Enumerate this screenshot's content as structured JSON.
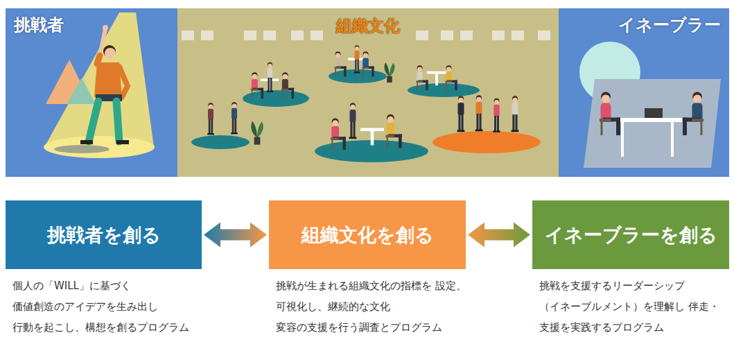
{
  "diagram": {
    "nodes": [
      {
        "text": [
          "挑戦者"
        ]
      },
      {
        "text": [
          "組織文化"
        ]
      },
      {
        "text": [
          "イネーブラー"
        ]
      },
      {
        "text": [
          "挑戦者を創る",
          "個人の「WILL」に基づく 価値創造のアイデアを生み出し 行動を起こし、構想を創るプログラム"
        ]
      },
      {
        "text": [
          "組織文化を創る",
          "挑戦が生まれる組織文化の指標を 設定、可視化し、継続的な文化 変容の支援を行う調査とプログラム"
        ]
      },
      {
        "text": [
          "イネーブラーを創る",
          "挑戦を支援するリーダーシップ （イネーブルメント）を理解し 伴走・支援を実践するプログラム"
        ]
      }
    ],
    "edges": [
      {
        "from": 3,
        "to": 4,
        "arrow": "both"
      },
      {
        "from": 4,
        "to": 5,
        "arrow": "both"
      }
    ]
  }
}
